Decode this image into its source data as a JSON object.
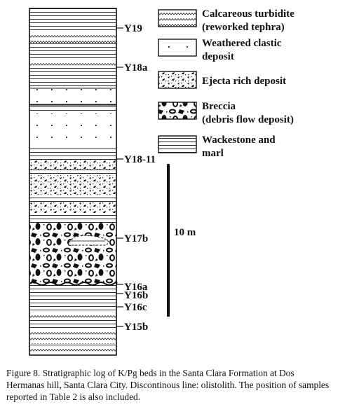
{
  "samples": [
    {
      "id": "y19",
      "label": "Y19"
    },
    {
      "id": "y18a",
      "label": "Y18a"
    },
    {
      "id": "y18-11",
      "label": "Y18-11"
    },
    {
      "id": "y17b",
      "label": "Y17b"
    },
    {
      "id": "y16a",
      "label": "Y16a"
    },
    {
      "id": "y16b",
      "label": "Y16b"
    },
    {
      "id": "y16c",
      "label": "Y16c"
    },
    {
      "id": "y15b",
      "label": "Y15b"
    }
  ],
  "legend": [
    {
      "id": "calcareous-turbidite",
      "lines": [
        "Calcareous turbidite",
        "(reworked tephra)"
      ]
    },
    {
      "id": "weathered-clastic",
      "lines": [
        "Weathered clastic",
        "deposit"
      ]
    },
    {
      "id": "ejecta-rich",
      "lines": [
        "Ejecta rich deposit"
      ]
    },
    {
      "id": "breccia",
      "lines": [
        "Breccia",
        "(debris flow deposit)"
      ]
    },
    {
      "id": "wackestone-marl",
      "lines": [
        "Wackestone and",
        "marl"
      ]
    }
  ],
  "scale_bar": {
    "label": "10 m"
  },
  "caption": "Figure 8. Stratigraphic log of K/Pg beds in the Santa Clara Formation at Dos Hermanas hill, Santa Clara City. Discontinous line: olistolith. The position of samples reported in Table 2 is also included."
}
